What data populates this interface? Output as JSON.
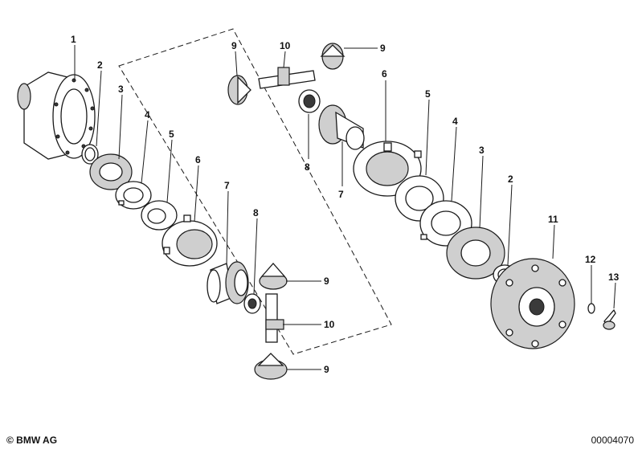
{
  "callouts": {
    "c1": "1",
    "c2a": "2",
    "c3a": "3",
    "c4a": "4",
    "c5a": "5",
    "c6a": "6",
    "c7a": "7",
    "c8a": "8",
    "c9a": "9",
    "c9b": "9",
    "c9c": "9",
    "c9d": "9",
    "c10a": "10",
    "c10b": "10",
    "c8b": "8",
    "c7b": "7",
    "c6b": "6",
    "c5b": "5",
    "c4b": "4",
    "c3b": "3",
    "c2b": "2",
    "c11": "11",
    "c12": "12",
    "c13": "13"
  },
  "footer": {
    "brand": "© BMW AG",
    "code": "00004070"
  }
}
